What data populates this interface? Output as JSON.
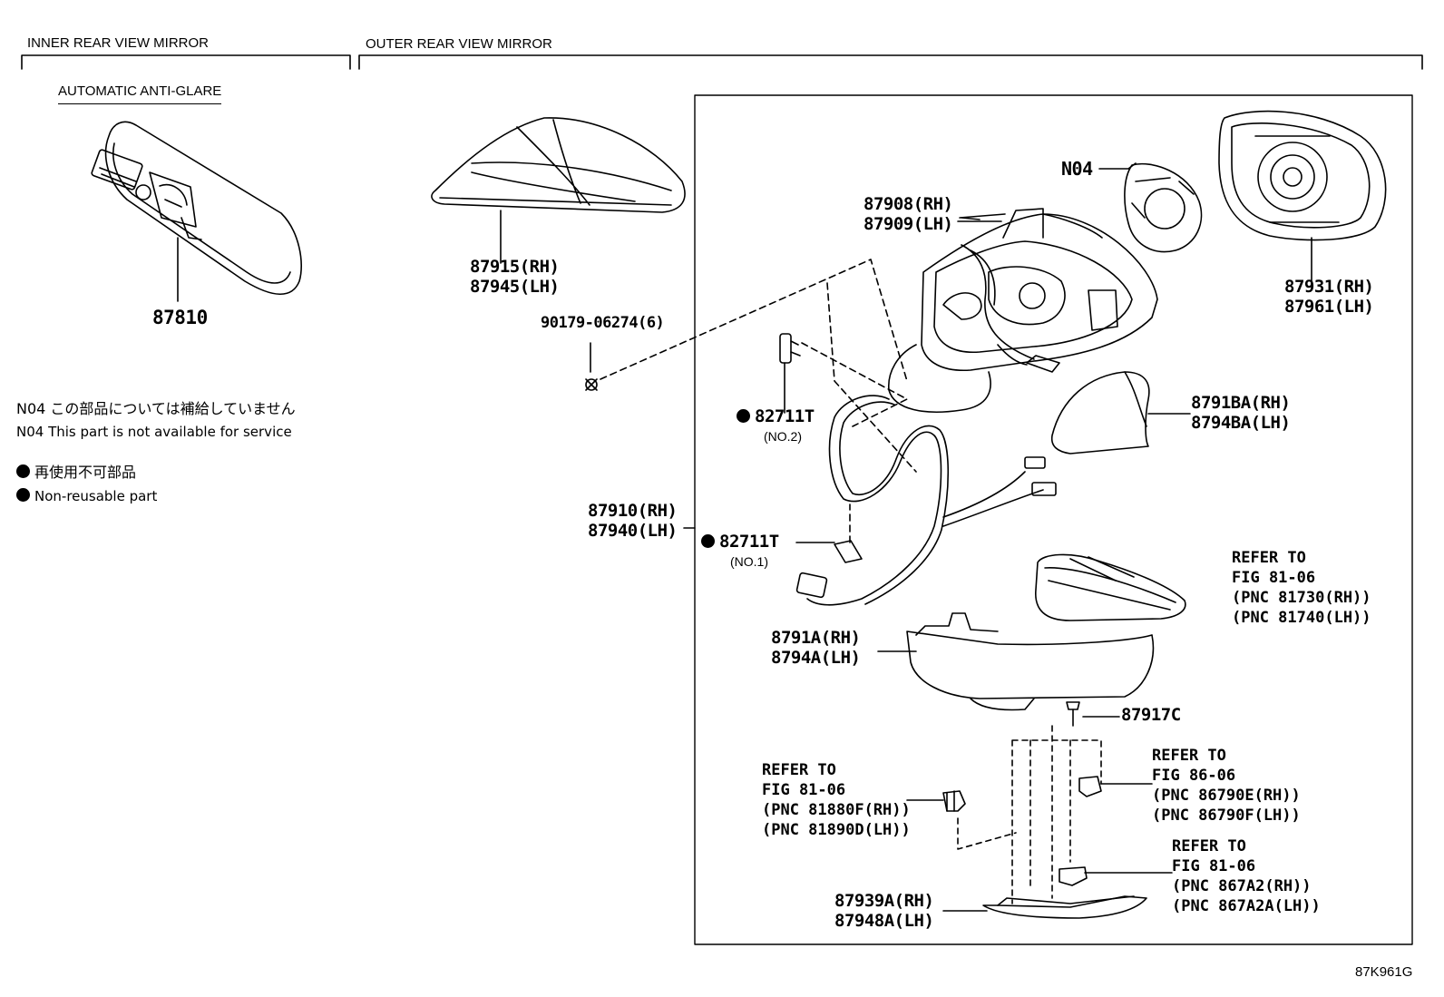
{
  "sections": {
    "inner": "INNER REAR VIEW MIRROR",
    "outer": "OUTER REAR VIEW MIRROR",
    "anti_glare": "AUTOMATIC ANTI-GLARE"
  },
  "parts": {
    "p87810": "87810",
    "p87915": [
      "87915(RH)",
      "87945(LH)"
    ],
    "p90179": "90179-06274(6)",
    "p87908": [
      "87908(RH)",
      "87909(LH)"
    ],
    "n04": "N04",
    "p87931": [
      "87931(RH)",
      "87961(LH)"
    ],
    "p8791BA": [
      "8791BA(RH)",
      "8794BA(LH)"
    ],
    "p82711t_2": {
      "num": "82711T",
      "sub": "(NO.2)"
    },
    "p82711t_1": {
      "num": "82711T",
      "sub": "(NO.1)"
    },
    "p87910": [
      "87910(RH)",
      "87940(LH)"
    ],
    "p8791A": [
      "8791A(RH)",
      "8794A(LH)"
    ],
    "p87917C": "87917C",
    "p87939A": [
      "87939A(RH)",
      "87948A(LH)"
    ]
  },
  "refs": {
    "r81730": [
      "REFER TO",
      "FIG 81-06",
      "(PNC 81730(RH))",
      "(PNC 81740(LH))"
    ],
    "r81880": [
      "REFER TO",
      "FIG 81-06",
      "(PNC 81880F(RH))",
      "(PNC 81890D(LH))"
    ],
    "r86790": [
      "REFER TO",
      "FIG 86-06",
      "(PNC 86790E(RH))",
      "(PNC 86790F(LH))"
    ],
    "r867A2": [
      "REFER TO",
      "FIG 81-06",
      "(PNC 867A2(RH))",
      "(PNC 867A2A(LH))"
    ]
  },
  "notes": {
    "n04_jp": "N04 この部品については補給していません",
    "n04_en": "N04 This part is not available for service",
    "nonreuse_jp": "再使用不可部品",
    "nonreuse_en": "Non-reusable part"
  },
  "figure_code": "87K961G"
}
